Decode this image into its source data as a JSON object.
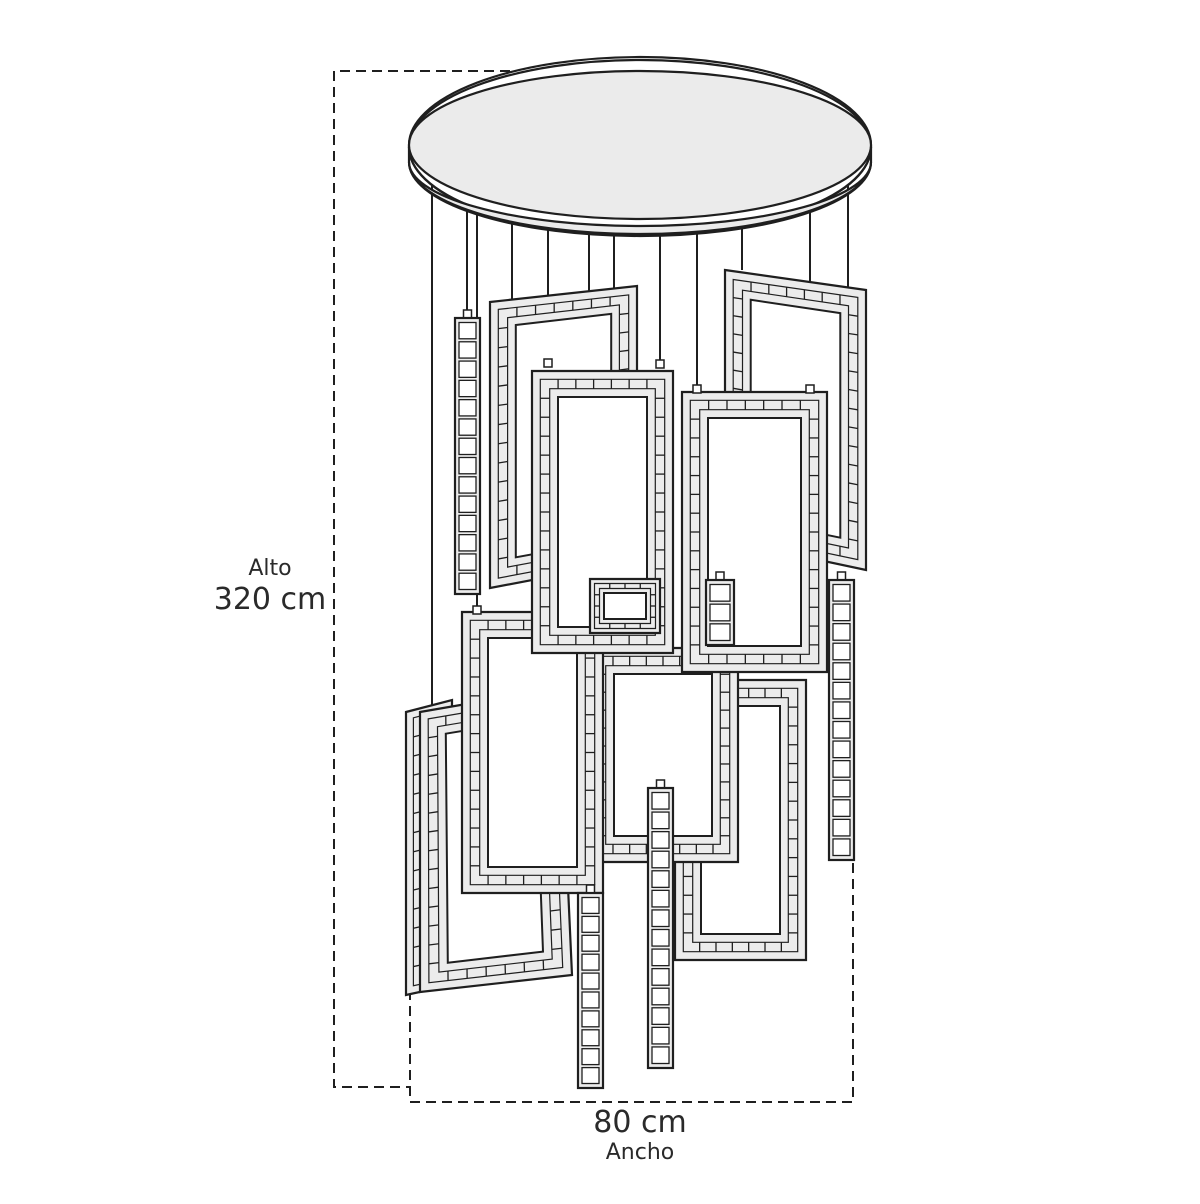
{
  "dimensions": {
    "height_caption": "Alto",
    "height_value": "320 cm",
    "width_value": "80 cm",
    "width_caption": "Ancho"
  },
  "colors": {
    "line": "#1f1f1f",
    "panel_fill": "#ececec",
    "canopy_fill": "#ebebeb",
    "background": "#ffffff"
  }
}
